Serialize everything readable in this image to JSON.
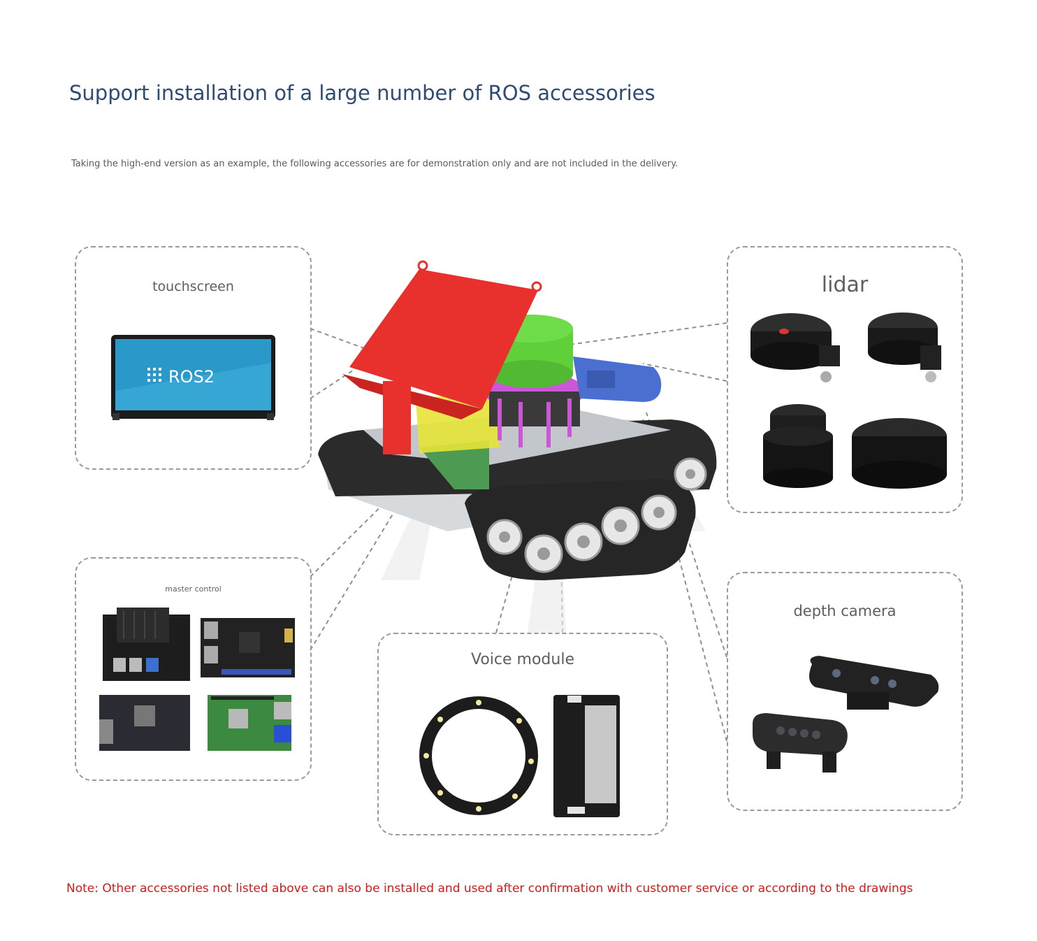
{
  "title": "Support installation of a large number of ROS accessories",
  "subtitle": "Taking the high-end version as an example, the following accessories are for demonstration only and are not included in the delivery.",
  "note": "Note: Other accessories not listed above can also be installed and used after confirmation with customer service or according to the drawings",
  "accessories": {
    "touchscreen": {
      "label": "touchscreen",
      "screen_text": "ROS2"
    },
    "lidar": {
      "label": "lidar"
    },
    "master_control": {
      "label": "master control"
    },
    "voice_module": {
      "label": "Voice module"
    },
    "depth_camera": {
      "label": "depth camera"
    }
  },
  "colors": {
    "title": "#2f4b73",
    "note": "#d11a1a",
    "touchscreen_highlight": "#e8302d",
    "lidar_highlight": "#5fcf3a",
    "camera_highlight": "#4a6fd1",
    "voice_highlight": "#c957d6",
    "board_highlight": "#e6e337"
  }
}
